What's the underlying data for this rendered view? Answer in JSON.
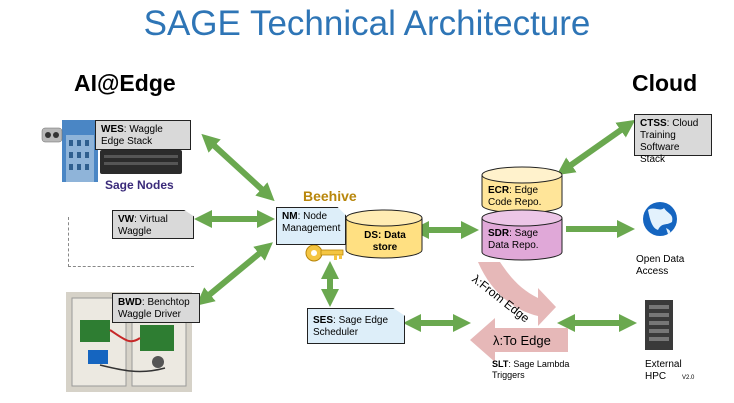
{
  "title": "SAGE Technical Architecture",
  "sections": {
    "edge": "AI@Edge",
    "cloud": "Cloud",
    "hub": "Beehive"
  },
  "wes": {
    "abbr": "WES",
    "text": ": Waggle Edge Stack",
    "caption": "Sage Nodes"
  },
  "vw": {
    "abbr": "VW",
    "text": ": Virtual Waggle"
  },
  "bwd": {
    "abbr": "BWD",
    "text": ": Benchtop Waggle Driver"
  },
  "nm": {
    "abbr": "NM",
    "text": ": Node Management"
  },
  "ds": {
    "abbr": "DS",
    "text": ": Data store"
  },
  "ses": {
    "abbr": "SES",
    "text": ": Sage Edge Scheduler"
  },
  "ecr": {
    "abbr": "ECR",
    "text": ": Edge Code Repo."
  },
  "sdr": {
    "abbr": "SDR",
    "text": ": Sage Data Repo."
  },
  "ctss": {
    "abbr": "CTSS",
    "text": ": Cloud Training Software Stack"
  },
  "open_data": "Open Data Access",
  "hpc": "External HPC",
  "version": "V2.0",
  "lambda_from": "λ:From Edge",
  "lambda_to": "λ:To Edge",
  "slt": {
    "abbr": "SLT",
    "text": ": Sage Lambda Triggers"
  },
  "colors": {
    "title": "#2e75b6",
    "arrow": "#6aa84f",
    "beehive": "#b8860b",
    "pink": "#e6b8b8",
    "cyl_ecr": "#ffe599",
    "cyl_sdr": "#e0a8d8",
    "ds": "#ffe082"
  }
}
